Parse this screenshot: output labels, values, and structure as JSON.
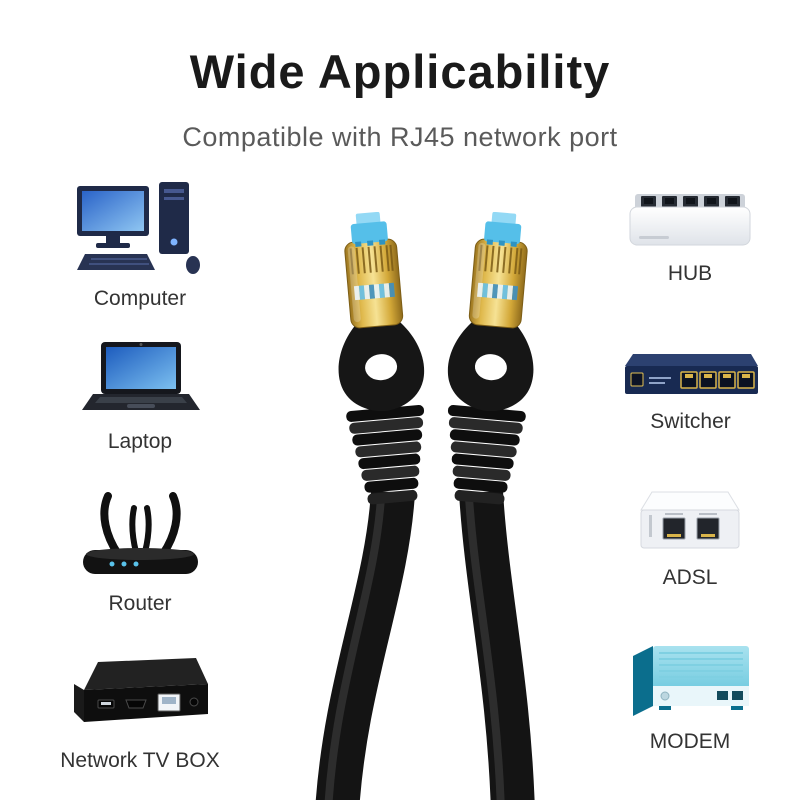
{
  "header": {
    "title": "Wide Applicability",
    "subtitle": "Compatible with RJ45 network port"
  },
  "left_devices": [
    {
      "label": "Computer",
      "icon": "desktop-computer-icon"
    },
    {
      "label": "Laptop",
      "icon": "laptop-icon"
    },
    {
      "label": "Router",
      "icon": "router-icon"
    },
    {
      "label": "Network TV BOX",
      "icon": "network-tv-box-icon"
    }
  ],
  "right_devices": [
    {
      "label": "HUB",
      "icon": "hub-icon"
    },
    {
      "label": "Switcher",
      "icon": "network-switch-icon"
    },
    {
      "label": "ADSL",
      "icon": "adsl-modem-icon"
    },
    {
      "label": "MODEM",
      "icon": "modem-icon"
    }
  ],
  "center_graphic": {
    "icon": "rj45-ethernet-cable-connectors-image"
  },
  "colors": {
    "background": "#ffffff",
    "title_text": "#1a1a1a",
    "subtitle_text": "#5a5a5a",
    "label_text": "#333333",
    "cable_black": "#141414",
    "connector_gold": "#d9b44a",
    "clip_blue": "#55bfe9"
  }
}
